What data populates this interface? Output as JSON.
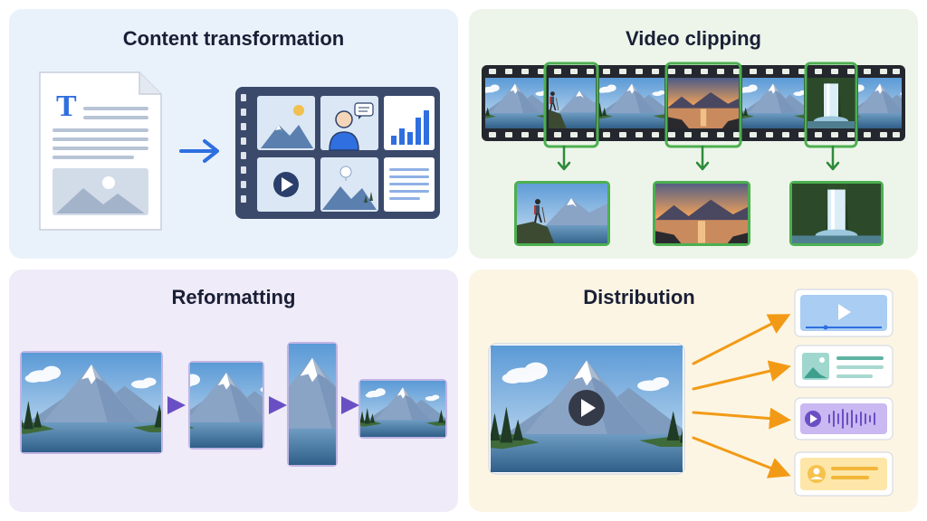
{
  "panels": {
    "content_transformation": {
      "title": "Content transformation",
      "doc_icon_letter": "T"
    },
    "video_clipping": {
      "title": "Video clipping"
    },
    "reformatting": {
      "title": "Reformatting"
    },
    "distribution": {
      "title": "Distribution"
    }
  },
  "colors": {
    "blue_accent": "#2f6fe0",
    "green_accent": "#4caf50",
    "purple_accent": "#6a4fc4",
    "orange_accent": "#f29a16",
    "filmstrip": "#3b4a6b"
  },
  "icons": [
    "document-icon",
    "arrow-right-icon",
    "image-icon",
    "person-icon",
    "chat-bubble-icon",
    "bar-chart-icon",
    "play-icon",
    "balloon-icon",
    "text-lines-icon",
    "down-arrow-icon",
    "audio-wave-icon",
    "profile-card-icon"
  ]
}
